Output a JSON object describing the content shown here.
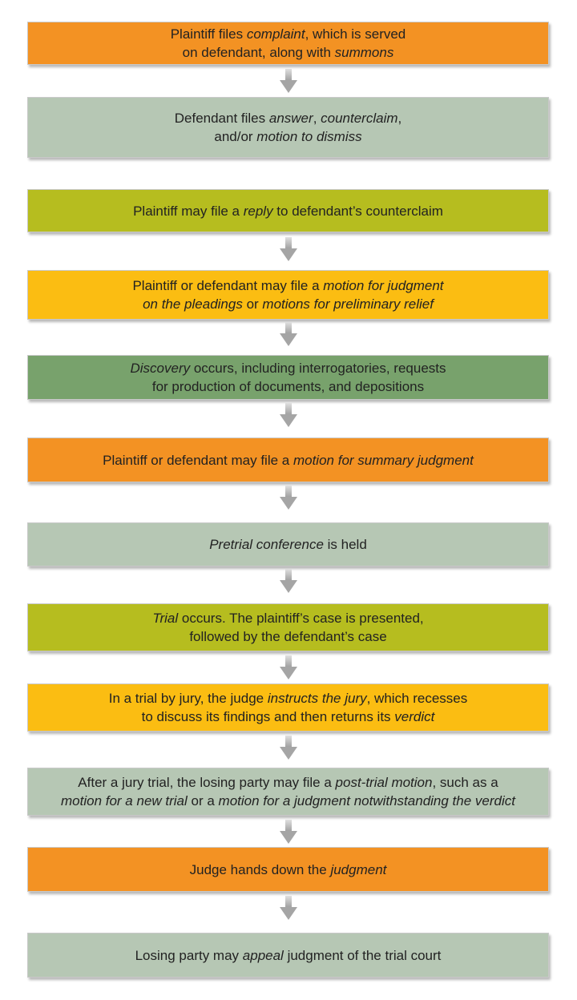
{
  "steps": [
    {
      "color": "#f39223",
      "lines": [
        [
          {
            "t": "Plaintiff files "
          },
          {
            "t": "complaint",
            "i": true
          },
          {
            "t": ", which is served"
          }
        ],
        [
          {
            "t": "on defendant, along with "
          },
          {
            "t": "summons",
            "i": true
          }
        ]
      ]
    },
    {
      "color": "#b6c7b4",
      "lines": [
        [
          {
            "t": "Defendant files "
          },
          {
            "t": "answer",
            "i": true
          },
          {
            "t": ", "
          },
          {
            "t": "counterclaim",
            "i": true
          },
          {
            "t": ","
          }
        ],
        [
          {
            "t": "and/or "
          },
          {
            "t": "motion to dismiss",
            "i": true
          }
        ]
      ]
    },
    {
      "color": "#b6bd1f",
      "lines": [
        [
          {
            "t": "Plaintiff may file a "
          },
          {
            "t": "reply",
            "i": true
          },
          {
            "t": " to defendant’s counterclaim"
          }
        ]
      ]
    },
    {
      "color": "#fbbd12",
      "lines": [
        [
          {
            "t": "Plaintiff or defendant may file a "
          },
          {
            "t": "motion for judgment",
            "i": true
          }
        ],
        [
          {
            "t": "on the pleadings",
            "i": true
          },
          {
            "t": " or "
          },
          {
            "t": "motions for preliminary relief",
            "i": true
          }
        ]
      ]
    },
    {
      "color": "#78a26c",
      "lines": [
        [
          {
            "t": "Discovery",
            "i": true
          },
          {
            "t": "  occurs, including interrogatories, requests"
          }
        ],
        [
          {
            "t": "for production of documents, and depositions"
          }
        ]
      ]
    },
    {
      "color": "#f39223",
      "lines": [
        [
          {
            "t": "Plaintiff or defendant may file a "
          },
          {
            "t": "motion for summary judgment",
            "i": true
          }
        ]
      ]
    },
    {
      "color": "#b6c7b4",
      "lines": [
        [
          {
            "t": "Pretrial conference",
            "i": true
          },
          {
            "t": " is held"
          }
        ]
      ]
    },
    {
      "color": "#b6bd1f",
      "lines": [
        [
          {
            "t": "Trial",
            "i": true
          },
          {
            "t": " occurs. The plaintiff’s case is presented,"
          }
        ],
        [
          {
            "t": "followed by the defendant’s case"
          }
        ]
      ]
    },
    {
      "color": "#fbbd12",
      "lines": [
        [
          {
            "t": "In a trial by jury, the judge "
          },
          {
            "t": "instructs the jury",
            "i": true
          },
          {
            "t": ", which recesses"
          }
        ],
        [
          {
            "t": "to discuss its findings and then returns its "
          },
          {
            "t": "verdict",
            "i": true
          }
        ]
      ]
    },
    {
      "color": "#b6c7b4",
      "lines": [
        [
          {
            "t": "After a jury trial, the losing party may file a "
          },
          {
            "t": "post-trial motion",
            "i": true
          },
          {
            "t": ", such as a"
          }
        ],
        [
          {
            "t": "motion for a new trial",
            "i": true
          },
          {
            "t": " or a "
          },
          {
            "t": "motion for a judgment notwithstanding the verdict",
            "i": true
          }
        ]
      ]
    },
    {
      "color": "#f39223",
      "lines": [
        [
          {
            "t": "Judge hands down the "
          },
          {
            "t": "judgment",
            "i": true
          }
        ]
      ]
    },
    {
      "color": "#b6c7b4",
      "lines": [
        [
          {
            "t": "Losing party may "
          },
          {
            "t": "appeal",
            "i": true
          },
          {
            "t": " judgment of the trial court"
          }
        ]
      ]
    }
  ]
}
